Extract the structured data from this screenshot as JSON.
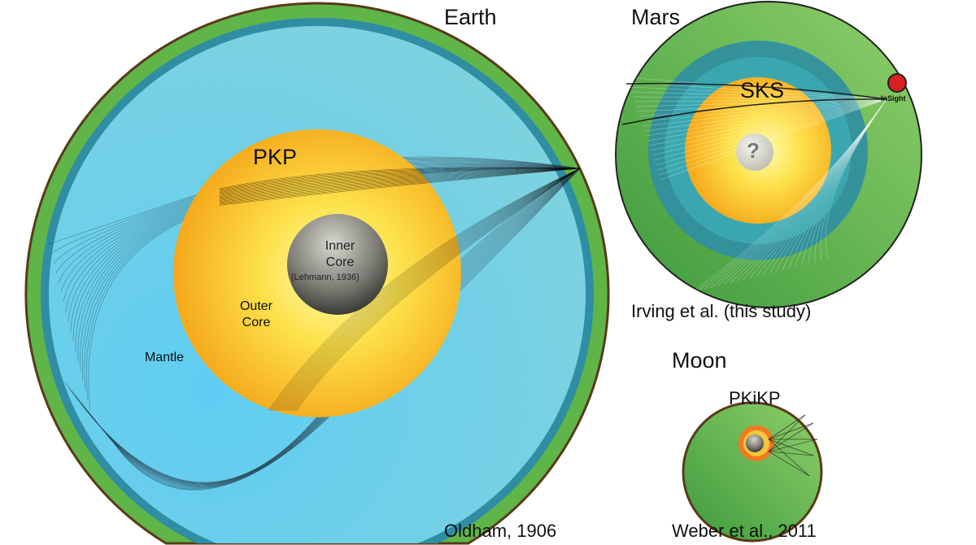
{
  "earth": {
    "title": "Earth",
    "phase": "PKP",
    "inner_core": [
      "Inner",
      "Core",
      "(Lehmann, 1936)"
    ],
    "outer_core": [
      "Outer",
      "Core"
    ],
    "mantle": "Mantle",
    "citation": "Oldham, 1906"
  },
  "mars": {
    "title": "Mars",
    "phase": "SKS",
    "unknown": "?",
    "lander": "InSight",
    "citation": "Irving et al. (this study)"
  },
  "moon": {
    "title": "Moon",
    "phase": "PKiKP",
    "citation": "Weber et al., 2011"
  },
  "colors": {
    "crust": "#5fb548",
    "mantle": "#5ccbec",
    "band": "#2f8ea3",
    "core": "#f7b21a",
    "core_center": "#fff7a0",
    "inner": "#6b6b66"
  }
}
